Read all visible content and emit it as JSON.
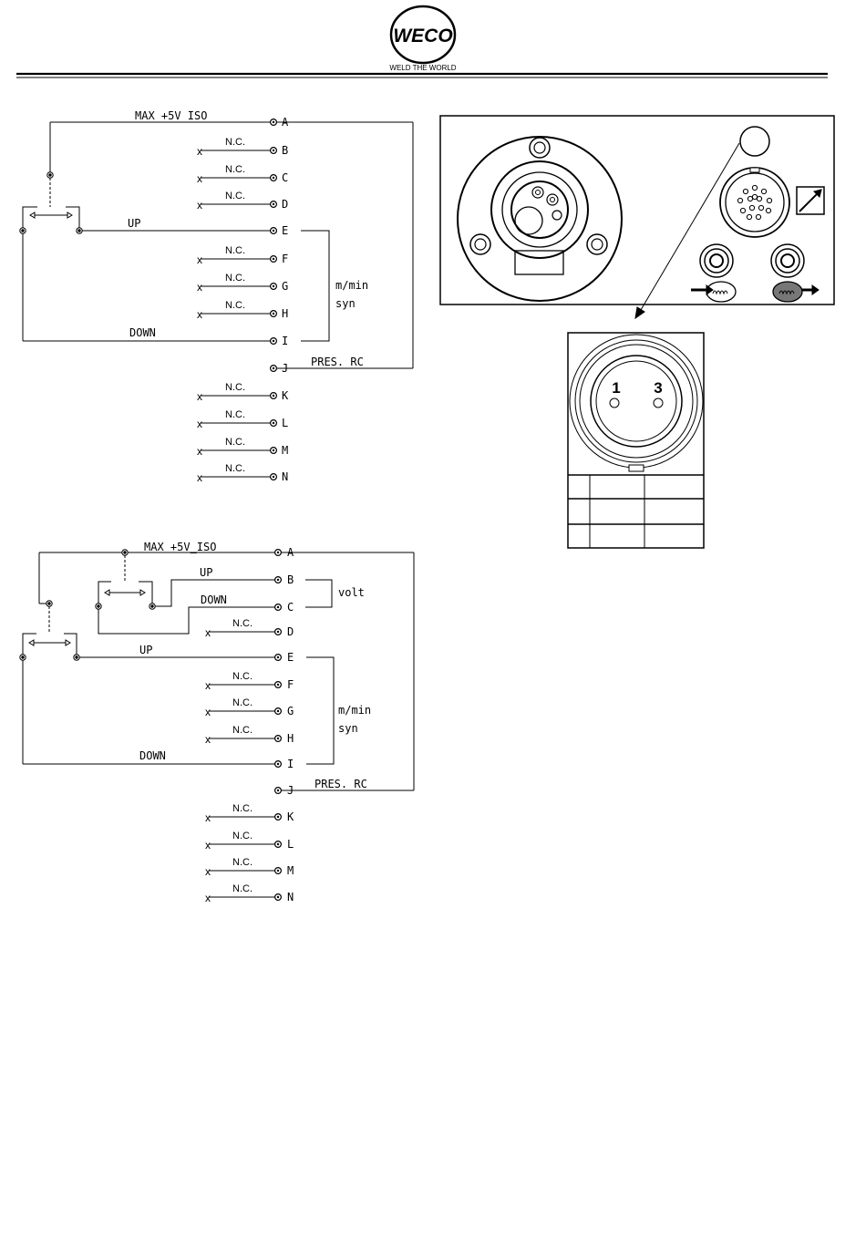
{
  "header": {
    "logo_text": "WECO",
    "tagline": "WELD THE WORLD"
  },
  "diagram1": {
    "max_label": "MAX +5V_ISO",
    "up_label": "UP",
    "down_label": "DOWN",
    "pres_label": "PRES. RC",
    "group_label_1": "m/min",
    "group_label_2": "syn",
    "nc_label": "N.C.",
    "pins": [
      "A",
      "B",
      "C",
      "D",
      "E",
      "F",
      "G",
      "H",
      "I",
      "J",
      "K",
      "L",
      "M",
      "N"
    ]
  },
  "diagram2": {
    "max_label": "MAX +5V_ISO",
    "up_label_volt": "UP",
    "down_label_volt": "DOWN",
    "volt_label": "volt",
    "up_label": "UP",
    "down_label": "DOWN",
    "pres_label": "PRES. RC",
    "group_label_1": "m/min",
    "group_label_2": "syn",
    "nc_label": "N.C.",
    "pins": [
      "A",
      "B",
      "C",
      "D",
      "E",
      "F",
      "G",
      "H",
      "I",
      "J",
      "K",
      "L",
      "M",
      "N"
    ]
  },
  "connector": {
    "pin_1": "1",
    "pin_3": "3"
  }
}
